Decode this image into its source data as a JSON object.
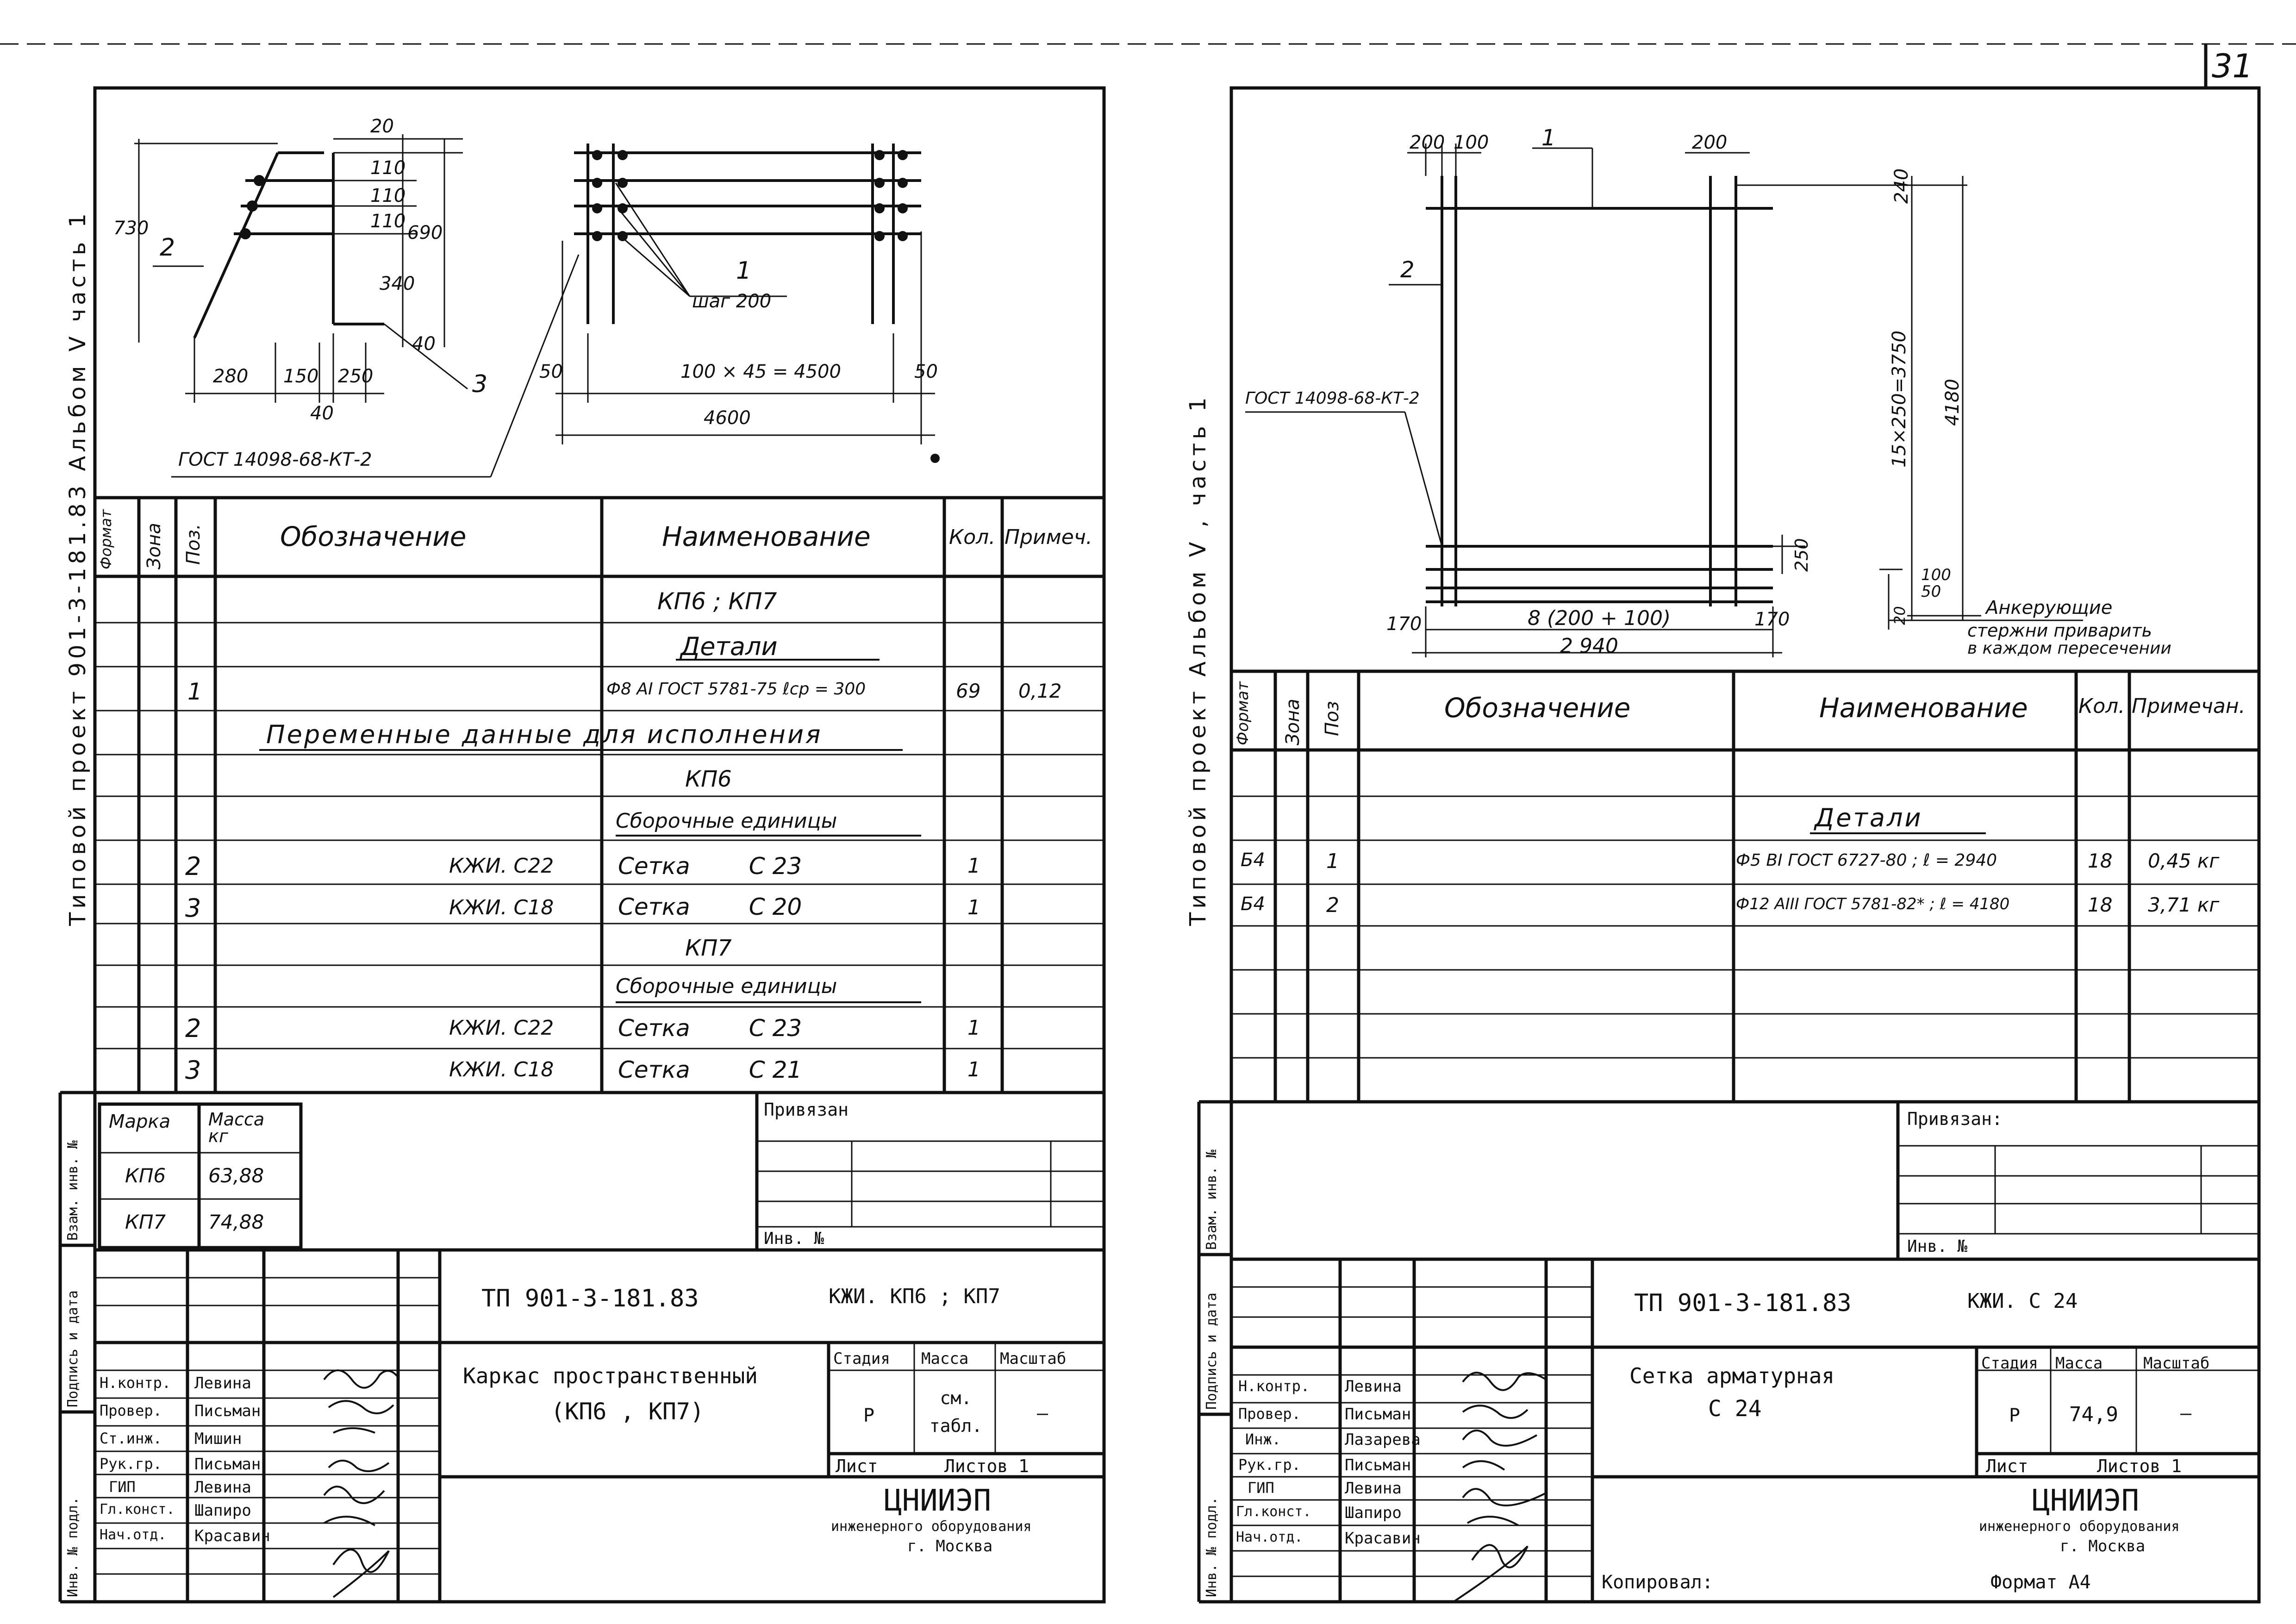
{
  "page_number": "31",
  "left": {
    "side_title": "Типовой  проект  901-3-181.83   Альбом  V  часть 1",
    "drawing": {
      "dims": [
        "20",
        "110",
        "110",
        "110",
        "730",
        "690",
        "340",
        "40",
        "280",
        "150",
        "250",
        "40",
        "50",
        "100 × 45 = 4500",
        "50",
        "4600"
      ],
      "pos_labels": [
        "2",
        "3",
        "1"
      ],
      "step_label": "шаг 200",
      "gost_label": "ГОСТ 14098-68-КТ-2"
    },
    "table": {
      "headers": [
        "Формат",
        "Зона",
        "Поз.",
        "Обозначение",
        "Наименование",
        "Кол.",
        "Примеч."
      ],
      "rows": [
        {
          "pos": "",
          "oboz": "",
          "name": "КП6 ; КП7",
          "qty": "",
          "note": ""
        },
        {
          "pos": "",
          "oboz": "",
          "name": "Детали",
          "qty": "",
          "note": ""
        },
        {
          "pos": "1",
          "oboz": "",
          "name": "Ф8 АI  ГОСТ 5781-75  ℓср = 300",
          "qty": "69",
          "note": "0,12"
        },
        {
          "pos": "",
          "oboz": "Переменные данные для исполнения",
          "name": "",
          "qty": "",
          "note": ""
        },
        {
          "pos": "",
          "oboz": "",
          "name": "КП6",
          "qty": "",
          "note": ""
        },
        {
          "pos": "",
          "oboz": "",
          "name": "Сборочные единицы",
          "qty": "",
          "note": ""
        },
        {
          "pos": "2",
          "oboz": "КЖИ. С22",
          "name": "Сетка        С 23",
          "qty": "1",
          "note": ""
        },
        {
          "pos": "3",
          "oboz": "КЖИ. С18",
          "name": "Сетка        С 20",
          "qty": "1",
          "note": ""
        },
        {
          "pos": "",
          "oboz": "",
          "name": "КП7",
          "qty": "",
          "note": ""
        },
        {
          "pos": "",
          "oboz": "",
          "name": "Сборочные единицы",
          "qty": "",
          "note": ""
        },
        {
          "pos": "2",
          "oboz": "КЖИ. С22",
          "name": "Сетка        С 23",
          "qty": "1",
          "note": ""
        },
        {
          "pos": "3",
          "oboz": "КЖИ. С18",
          "name": "Сетка        С 21",
          "qty": "1",
          "note": ""
        }
      ]
    },
    "mass_table": {
      "headers": [
        "Марка",
        "Масса кг"
      ],
      "rows": [
        [
          "КП6",
          "63,88"
        ],
        [
          "КП7",
          "74,88"
        ]
      ]
    },
    "privyazan": "Привязан",
    "inv_no": "Инв. №",
    "side_stamp": [
      "Инв. № подл.",
      "Подпись и дата",
      "Взам. инв. №"
    ],
    "title_block": {
      "doc_code": "ТП 901-3-181.83",
      "mark": "КЖИ. КП6 ; КП7",
      "title_line1": "Каркас пространственный",
      "title_line2": "(КП6 , КП7)",
      "stage_label": "Стадия",
      "mass_label": "Масса",
      "scale_label": "Масштаб",
      "stage": "Р",
      "mass": "см. табл.",
      "scale": "—",
      "sheet_label": "Лист",
      "sheets_label": "Листов 1",
      "org1": "ЦНИИЭП",
      "org2": "инженерного оборудования",
      "org3": "г. Москва",
      "roles": [
        "Н.контр.",
        "Провер.",
        "Ст.инж.",
        "Рук.гр.",
        "ГИП",
        "Гл.конст.",
        "Нач.отд."
      ],
      "names": [
        "Левина",
        "Письман",
        "Мишин",
        "Письман",
        "Левина",
        "Шапиро",
        "Красавин"
      ]
    }
  },
  "right": {
    "side_title": "Типовой  проект      Альбом  V , часть 1",
    "drawing": {
      "dims": [
        "200",
        "100",
        "1",
        "200",
        "2",
        "240",
        "15×250=3750",
        "4180",
        "250",
        "100",
        "50",
        "20",
        "170",
        "8 (200 + 100)",
        "170",
        "2 940"
      ],
      "gost_label": "ГОСТ 14098-68-КТ-2",
      "note1": "Анкерующие",
      "note2": "стержни приварить",
      "note3": "в каждом пересечении"
    },
    "table": {
      "headers": [
        "Формат",
        "Зона",
        "Поз",
        "Обозначение",
        "Наименование",
        "Кол.",
        "Примечан."
      ],
      "rows": [
        {
          "fmt": "",
          "pos": "",
          "name": "Детали",
          "qty": "",
          "note": ""
        },
        {
          "fmt": "Б4",
          "pos": "1",
          "name": "Ф5 ВI  ГОСТ 6727-80 ; ℓ = 2940",
          "qty": "18",
          "note": "0,45 кг"
        },
        {
          "fmt": "Б4",
          "pos": "2",
          "name": "Ф12 АIII ГОСТ 5781-82* ; ℓ = 4180",
          "qty": "18",
          "note": "3,71 кг"
        }
      ]
    },
    "privyazan": "Привязан:",
    "inv_no": "Инв. №",
    "side_stamp": [
      "Инв. № подл.",
      "Подпись и дата",
      "Взам. инв. №"
    ],
    "title_block": {
      "doc_code": "ТП 901-3-181.83",
      "mark": "КЖИ. С 24",
      "title_line1": "Сетка арматурная",
      "title_line2": "С 24",
      "stage_label": "Стадия",
      "mass_label": "Масса",
      "scale_label": "Масштаб",
      "stage": "Р",
      "mass": "74,9",
      "scale": "—",
      "sheet_label": "Лист",
      "sheets_label": "Листов 1",
      "org1": "ЦНИИЭП",
      "org2": "инженерного оборудования",
      "org3": "г. Москва",
      "roles": [
        "Н.контр.",
        "Провер.",
        "Инж.",
        "Рук.гр.",
        "ГИП",
        "Гл.конст.",
        "Нач.отд."
      ],
      "names": [
        "Левина",
        "Письман",
        "Лазарева",
        "Письман",
        "Левина",
        "Шапиро",
        "Красавин"
      ]
    },
    "copied": "Копировал:",
    "format": "Формат  А4"
  }
}
